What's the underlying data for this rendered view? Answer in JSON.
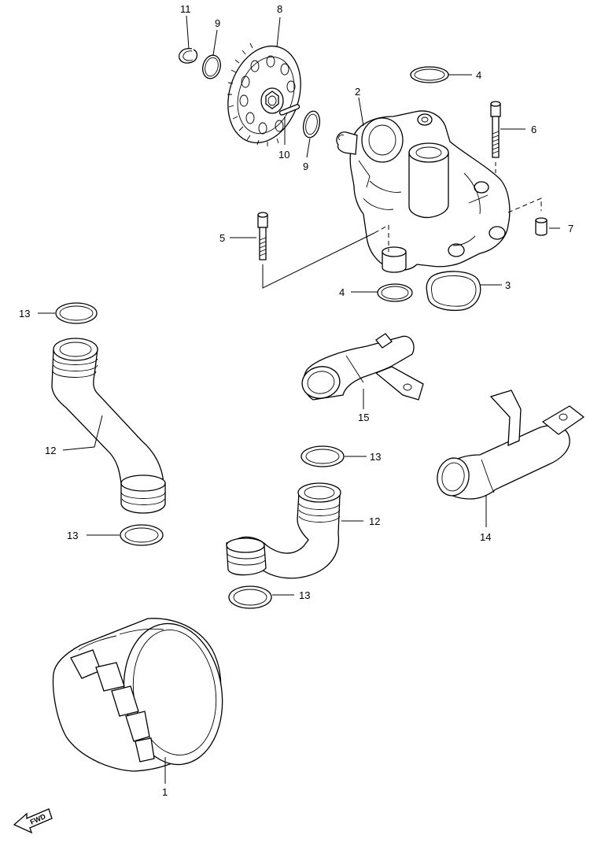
{
  "diagram": {
    "callouts": [
      {
        "id": "c11a",
        "label": "11"
      },
      {
        "id": "c9a",
        "label": "9"
      },
      {
        "id": "c8",
        "label": "8"
      },
      {
        "id": "c4a",
        "label": "4"
      },
      {
        "id": "c2",
        "label": "2"
      },
      {
        "id": "c6",
        "label": "6"
      },
      {
        "id": "c10",
        "label": "10"
      },
      {
        "id": "c9b",
        "label": "9"
      },
      {
        "id": "c7",
        "label": "7"
      },
      {
        "id": "c5",
        "label": "5"
      },
      {
        "id": "c3",
        "label": "3"
      },
      {
        "id": "c4b",
        "label": "4"
      },
      {
        "id": "c13a",
        "label": "13"
      },
      {
        "id": "c15",
        "label": "15"
      },
      {
        "id": "c12a",
        "label": "12"
      },
      {
        "id": "c13b",
        "label": "13"
      },
      {
        "id": "c13c",
        "label": "13"
      },
      {
        "id": "c12b",
        "label": "12"
      },
      {
        "id": "c14",
        "label": "14"
      },
      {
        "id": "c13d",
        "label": "13"
      },
      {
        "id": "c1",
        "label": "1"
      }
    ],
    "fwd_label": "FWD"
  }
}
